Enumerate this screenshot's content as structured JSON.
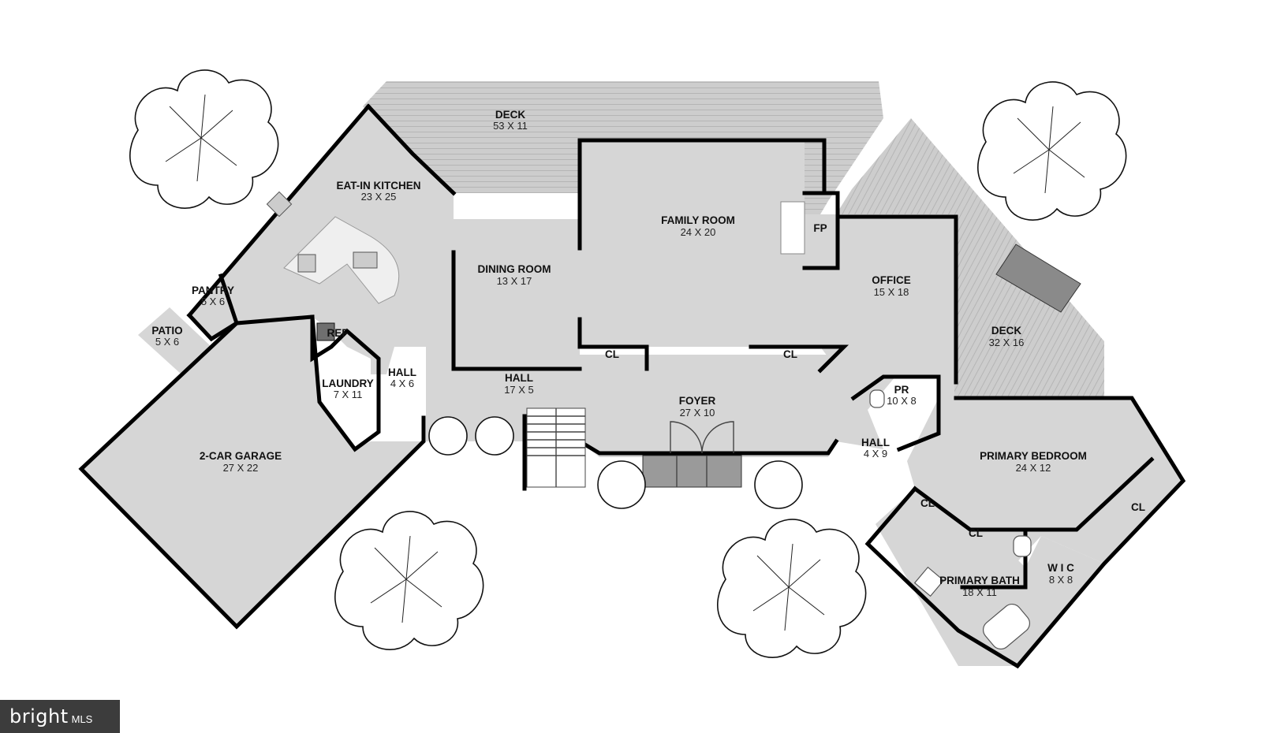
{
  "plan": {
    "rooms": [
      {
        "id": "deck-top",
        "name": "DECK",
        "dim": "53 X 11"
      },
      {
        "id": "eat-in-kitchen",
        "name": "EAT-IN KITCHEN",
        "dim": "23 X 25"
      },
      {
        "id": "family-room",
        "name": "FAMILY ROOM",
        "dim": "24 X 20"
      },
      {
        "id": "fireplace",
        "name": "FP",
        "dim": ""
      },
      {
        "id": "dining-room",
        "name": "DINING ROOM",
        "dim": "13 X 17"
      },
      {
        "id": "office",
        "name": "OFFICE",
        "dim": "15 X 18"
      },
      {
        "id": "pantry",
        "name": "PANTRY",
        "dim": "5 X 6"
      },
      {
        "id": "patio",
        "name": "PATIO",
        "dim": "5 X 6"
      },
      {
        "id": "ref",
        "name": "REF",
        "dim": ""
      },
      {
        "id": "deck-right",
        "name": "DECK",
        "dim": "32 X 16"
      },
      {
        "id": "closet-1",
        "name": "CL",
        "dim": ""
      },
      {
        "id": "closet-2",
        "name": "CL",
        "dim": ""
      },
      {
        "id": "laundry",
        "name": "LAUNDRY",
        "dim": "7 X 11"
      },
      {
        "id": "hall-small",
        "name": "HALL",
        "dim": "4 X 6"
      },
      {
        "id": "hall-main",
        "name": "HALL",
        "dim": "17 X 5"
      },
      {
        "id": "powder-room",
        "name": "PR",
        "dim": "10 X 8"
      },
      {
        "id": "foyer",
        "name": "FOYER",
        "dim": "27 X 10"
      },
      {
        "id": "hall-east",
        "name": "HALL",
        "dim": "4 X 9"
      },
      {
        "id": "garage",
        "name": "2-CAR GARAGE",
        "dim": "27 X 22"
      },
      {
        "id": "primary-bedroom",
        "name": "PRIMARY BEDROOM",
        "dim": "24 X 12"
      },
      {
        "id": "closet-3",
        "name": "CL",
        "dim": ""
      },
      {
        "id": "closet-4",
        "name": "CL",
        "dim": ""
      },
      {
        "id": "closet-5",
        "name": "CL",
        "dim": ""
      },
      {
        "id": "wic",
        "name": "W I C",
        "dim": "8 X 8"
      },
      {
        "id": "primary-bath",
        "name": "PRIMARY BATH",
        "dim": "18 X 11"
      }
    ]
  },
  "logo": {
    "brand": "bright",
    "suffix": "MLS"
  },
  "colors": {
    "floor": "#d6d6d6",
    "deck": "#cfcfcf",
    "wall": "#000000",
    "background": "#ffffff",
    "logo_bg": "#3c3c3c"
  }
}
